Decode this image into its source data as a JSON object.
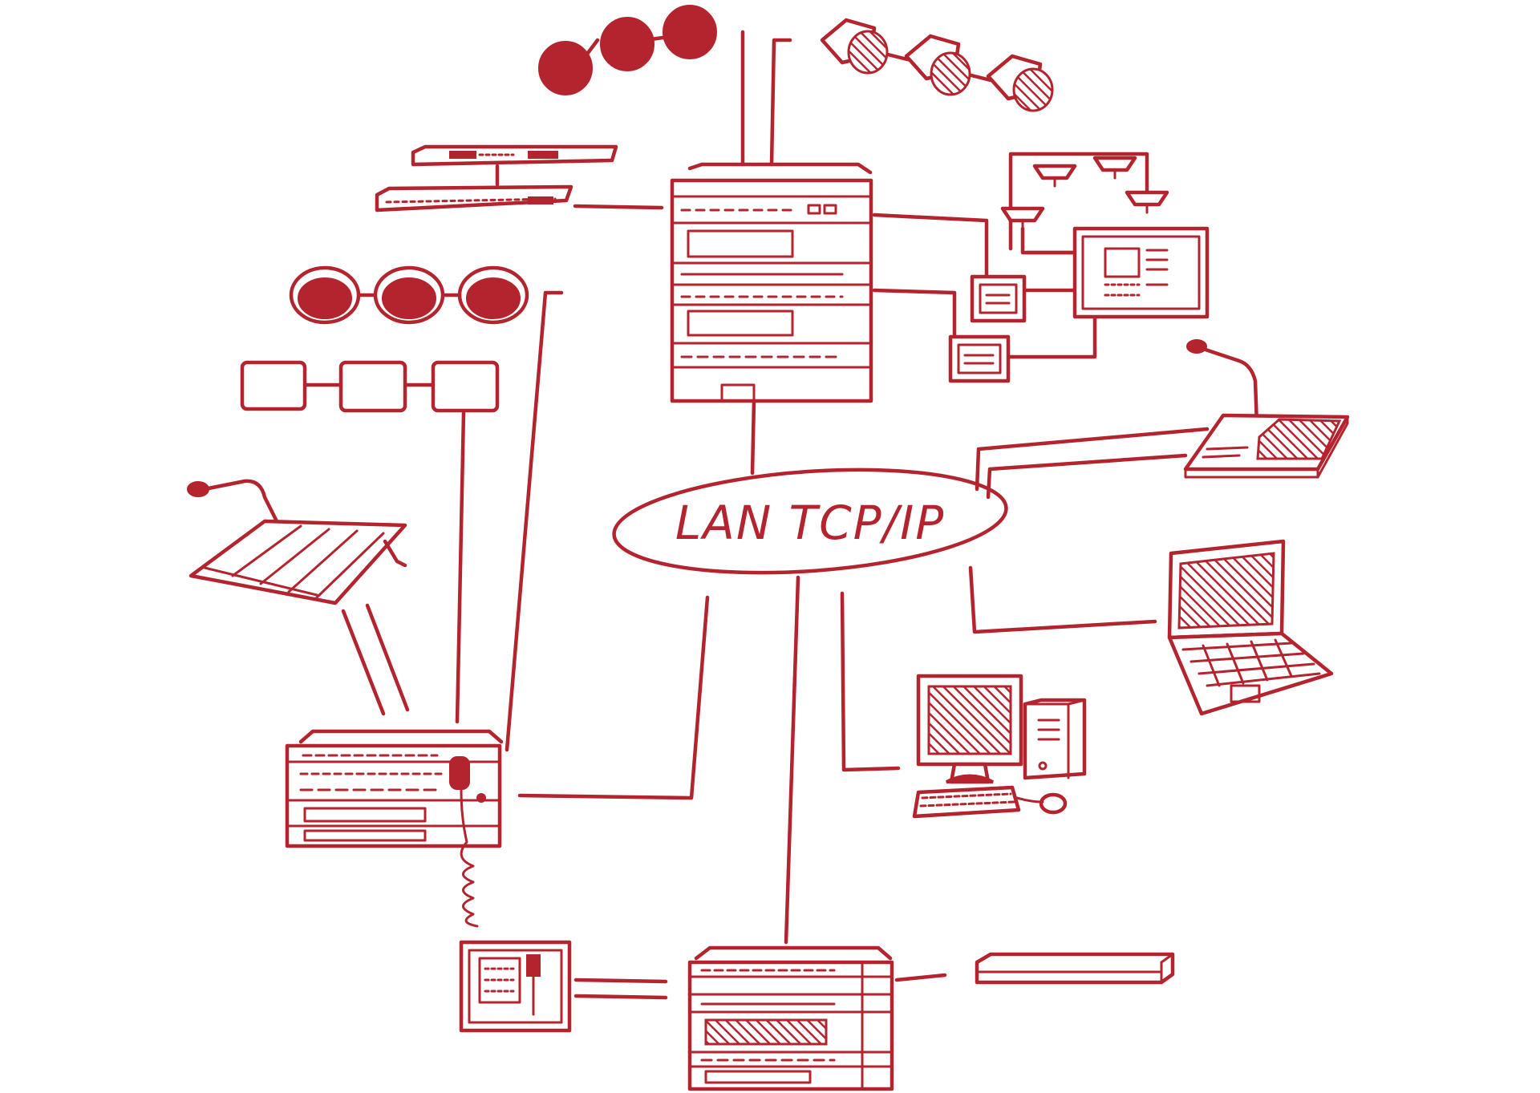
{
  "diagram": {
    "hub_label": "LAN TCP/IP",
    "ink_color": "#b3242f",
    "background_color": "#ffffff",
    "nodes": [
      {
        "id": "main-rack",
        "kind": "rack-cabinet"
      },
      {
        "id": "bottom-rack",
        "kind": "rack-cabinet"
      },
      {
        "id": "paging-console-rack",
        "kind": "rack-cabinet-with-handset"
      },
      {
        "id": "rack-units-top-left",
        "kind": "19-inch-units"
      },
      {
        "id": "rack-unit-bottom-right",
        "kind": "19-inch-unit"
      },
      {
        "id": "wall-panel",
        "kind": "wall-mounted-panel"
      },
      {
        "id": "ceiling-speakers-top",
        "kind": "ceiling-speakers"
      },
      {
        "id": "projector-speakers",
        "kind": "projector-speakers"
      },
      {
        "id": "ceiling-speakers-left",
        "kind": "ceiling-speakers"
      },
      {
        "id": "box-speakers",
        "kind": "box-speakers"
      },
      {
        "id": "smoke-detectors",
        "kind": "smoke-detectors"
      },
      {
        "id": "fire-panel",
        "kind": "control-panel"
      },
      {
        "id": "interface-module-1",
        "kind": "module"
      },
      {
        "id": "interface-module-2",
        "kind": "module"
      },
      {
        "id": "call-station-right",
        "kind": "microphone-call-station"
      },
      {
        "id": "call-station-left",
        "kind": "microphone-call-station"
      },
      {
        "id": "laptop",
        "kind": "laptop"
      },
      {
        "id": "desktop-pc",
        "kind": "desktop-computer"
      }
    ]
  }
}
